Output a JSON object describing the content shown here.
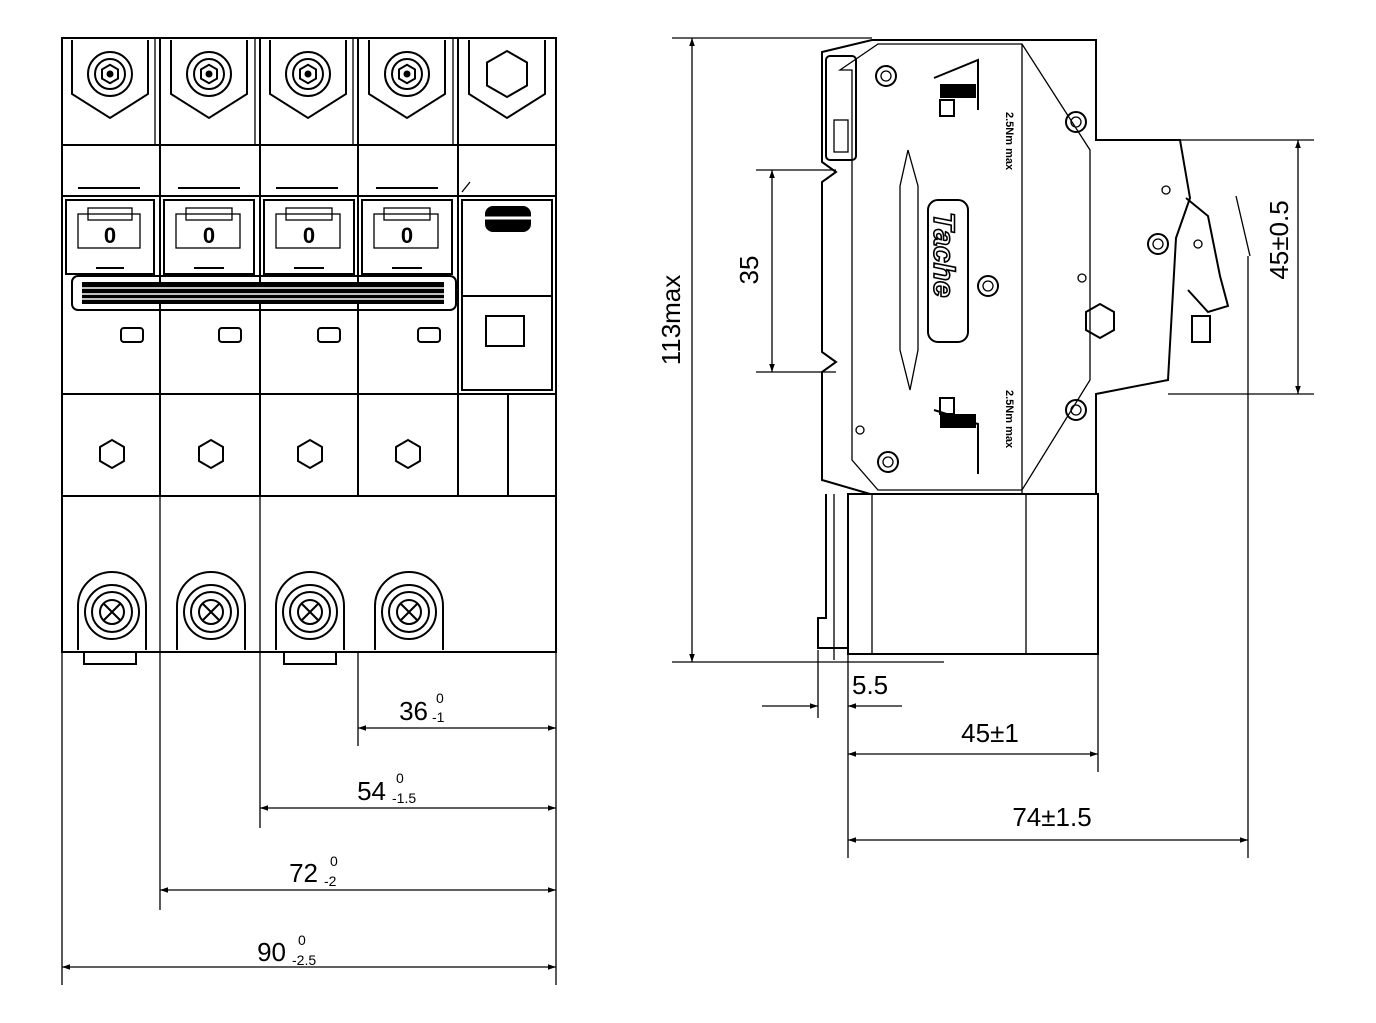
{
  "front_view": {
    "switch_mark": "0",
    "dimensions": [
      {
        "id": "w36",
        "nominal": "36",
        "upper_tol": "0",
        "lower_tol": "-1"
      },
      {
        "id": "w54",
        "nominal": "54",
        "upper_tol": "0",
        "lower_tol": "-1.5"
      },
      {
        "id": "w72",
        "nominal": "72",
        "upper_tol": "0",
        "lower_tol": "-2"
      },
      {
        "id": "w90",
        "nominal": "90",
        "upper_tol": "0",
        "lower_tol": "-2.5"
      }
    ]
  },
  "side_view": {
    "brand": "Tache",
    "rating_label": "2.5Nm max",
    "dimensions": {
      "height": "113max",
      "rail": "35",
      "front_height": "45±0.5",
      "clip": "5.5",
      "body_depth": "45±1",
      "total_depth": "74±1.5"
    }
  }
}
